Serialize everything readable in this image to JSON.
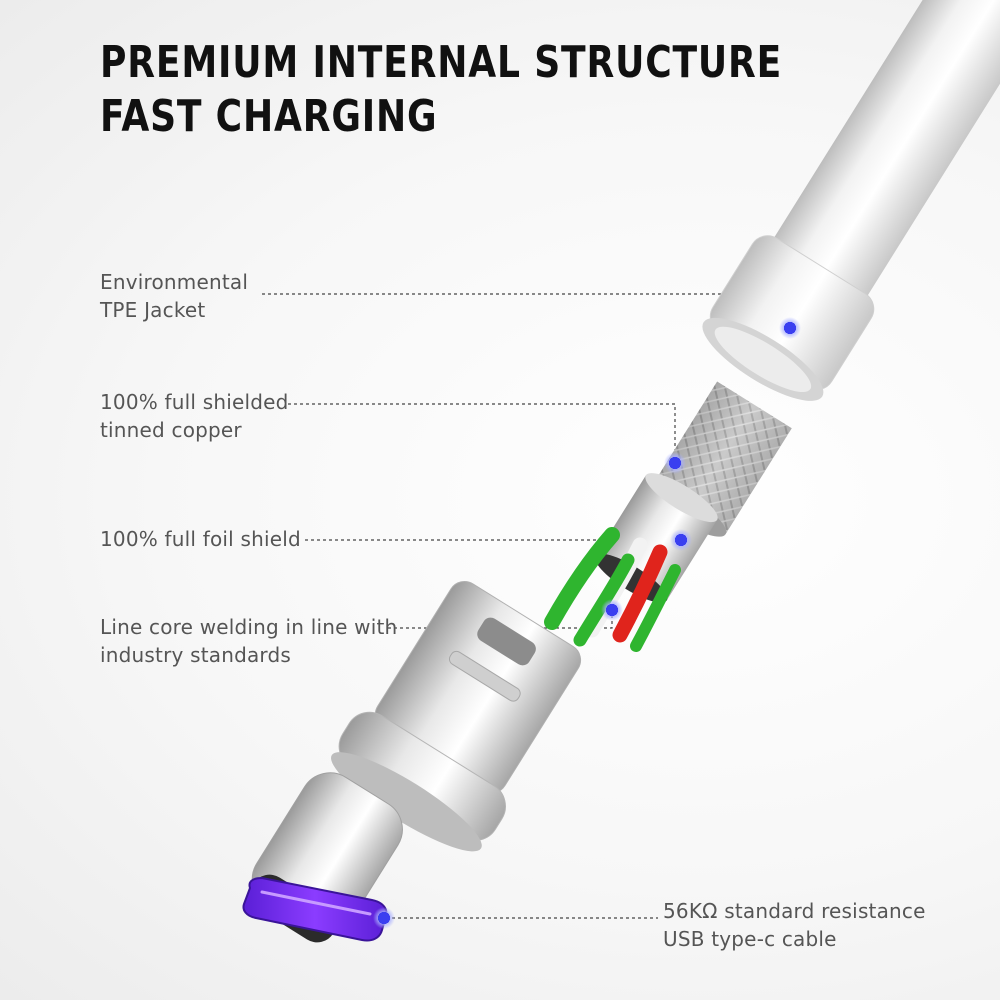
{
  "heading": {
    "line1": "PREMIUM INTERNAL STRUCTURE",
    "line2": "FAST CHARGING"
  },
  "callouts": [
    {
      "line1": "Environmental",
      "line2": "TPE Jacket"
    },
    {
      "line1": "100% full shielded",
      "line2": "tinned copper"
    },
    {
      "line1": "100% full foil shield",
      "line2": ""
    },
    {
      "line1": "Line core welding in line with",
      "line2": "industry standards"
    },
    {
      "line1": "56KΩ standard resistance",
      "line2": "USB type-c cable"
    }
  ],
  "colors": {
    "marker": "#3a3ff0",
    "connector_port": "#7a2cff",
    "wire_green": "#2fb52f",
    "wire_red": "#e0241c",
    "jacket": "#e6e6e6"
  },
  "icons": [
    "marker-dot-icon"
  ]
}
